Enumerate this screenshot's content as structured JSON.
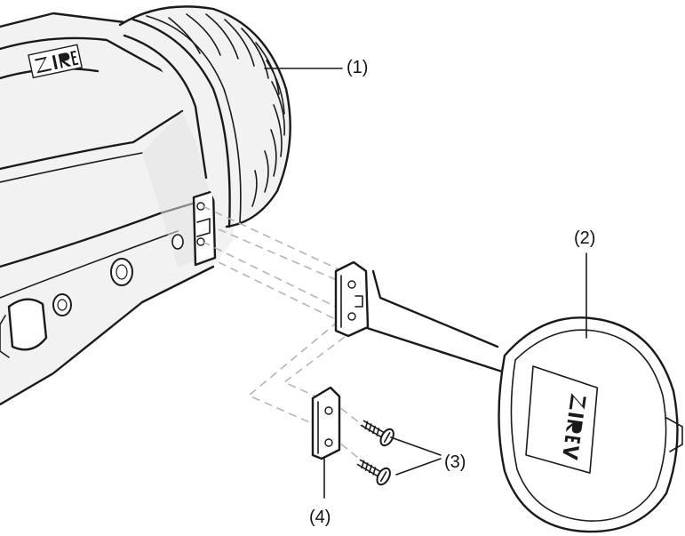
{
  "diagram": {
    "callouts": {
      "eyepiece": "(1)",
      "lens_cap": "(2)",
      "screws": "(3)",
      "mounting_plate": "(4)"
    },
    "colors": {
      "line": "#1a1a1a",
      "body_fill": "#f2f2f2",
      "shade": "#e3e3e3",
      "dashed_guide": "#b5b5b5"
    },
    "icons": {
      "logo_on_body": "brand-logo-icon",
      "logo_on_cap": "brand-logo-icon",
      "screw": "screw-icon"
    }
  }
}
